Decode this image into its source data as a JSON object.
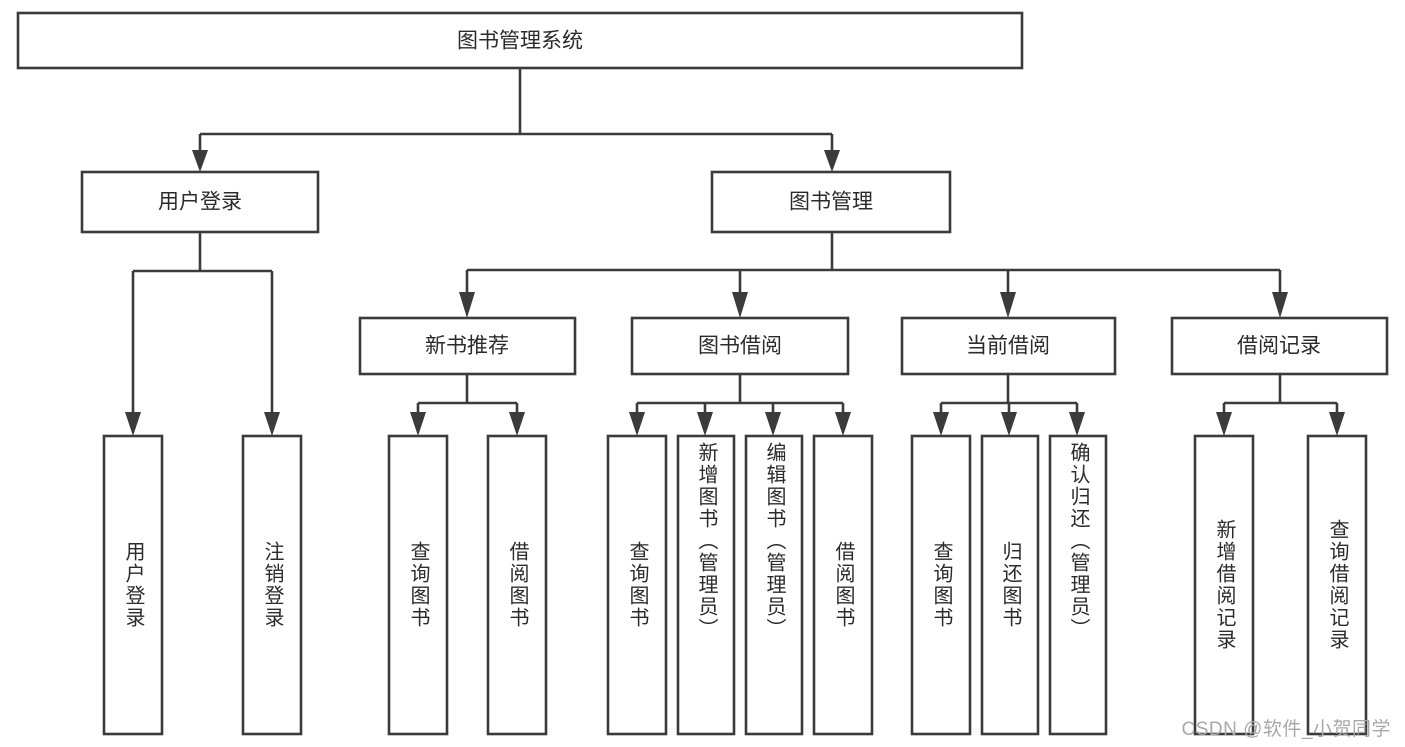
{
  "diagram": {
    "title": "图书管理系统",
    "type": "tree",
    "watermark": "CSDN @软件_小贺同学",
    "colors": {
      "stroke": "#3b3b3b",
      "box_fill": "#ffffff",
      "text": "#2b2b2b",
      "background": "#ffffff",
      "watermark": "#a8a8a8"
    },
    "root": {
      "label": "图书管理系统",
      "children": [
        {
          "label": "用户登录",
          "children": [
            {
              "label": "用户登录"
            },
            {
              "label": "注销登录"
            }
          ]
        },
        {
          "label": "图书管理",
          "children": [
            {
              "label": "新书推荐",
              "children": [
                {
                  "label": "查询图书"
                },
                {
                  "label": "借阅图书"
                }
              ]
            },
            {
              "label": "图书借阅",
              "children": [
                {
                  "label": "查询图书"
                },
                {
                  "label": "新增图书（管理员）"
                },
                {
                  "label": "编辑图书（管理员）"
                },
                {
                  "label": "借阅图书"
                }
              ]
            },
            {
              "label": "当前借阅",
              "children": [
                {
                  "label": "查询图书"
                },
                {
                  "label": "归还图书"
                },
                {
                  "label": "确认归还（管理员）"
                }
              ]
            },
            {
              "label": "借阅记录",
              "children": [
                {
                  "label": "新增借阅记录"
                },
                {
                  "label": "查询借阅记录"
                }
              ]
            }
          ]
        }
      ]
    },
    "nodes": {
      "root_title": "图书管理系统",
      "level1": [
        {
          "id": "user-login",
          "label": "用户登录"
        },
        {
          "id": "book-management",
          "label": "图书管理"
        }
      ],
      "level2": [
        {
          "id": "new-book-recommend",
          "label": "新书推荐"
        },
        {
          "id": "book-borrow",
          "label": "图书借阅"
        },
        {
          "id": "current-borrow",
          "label": "当前借阅"
        },
        {
          "id": "borrow-record",
          "label": "借阅记录"
        }
      ],
      "leaves": [
        {
          "id": "leaf-user-login",
          "label": "用户登录"
        },
        {
          "id": "leaf-logout",
          "label": "注销登录"
        },
        {
          "id": "leaf-query-book-1",
          "label": "查询图书"
        },
        {
          "id": "leaf-borrow-book-1",
          "label": "借阅图书"
        },
        {
          "id": "leaf-query-book-2",
          "label": "查询图书"
        },
        {
          "id": "leaf-add-book",
          "label": "新增图书（管理员）"
        },
        {
          "id": "leaf-edit-book",
          "label": "编辑图书（管理员）"
        },
        {
          "id": "leaf-borrow-book-2",
          "label": "借阅图书"
        },
        {
          "id": "leaf-query-book-3",
          "label": "查询图书"
        },
        {
          "id": "leaf-return-book",
          "label": "归还图书"
        },
        {
          "id": "leaf-confirm-return",
          "label": "确认归还（管理员）"
        },
        {
          "id": "leaf-add-record",
          "label": "新增借阅记录"
        },
        {
          "id": "leaf-query-record",
          "label": "查询借阅记录"
        }
      ]
    }
  }
}
